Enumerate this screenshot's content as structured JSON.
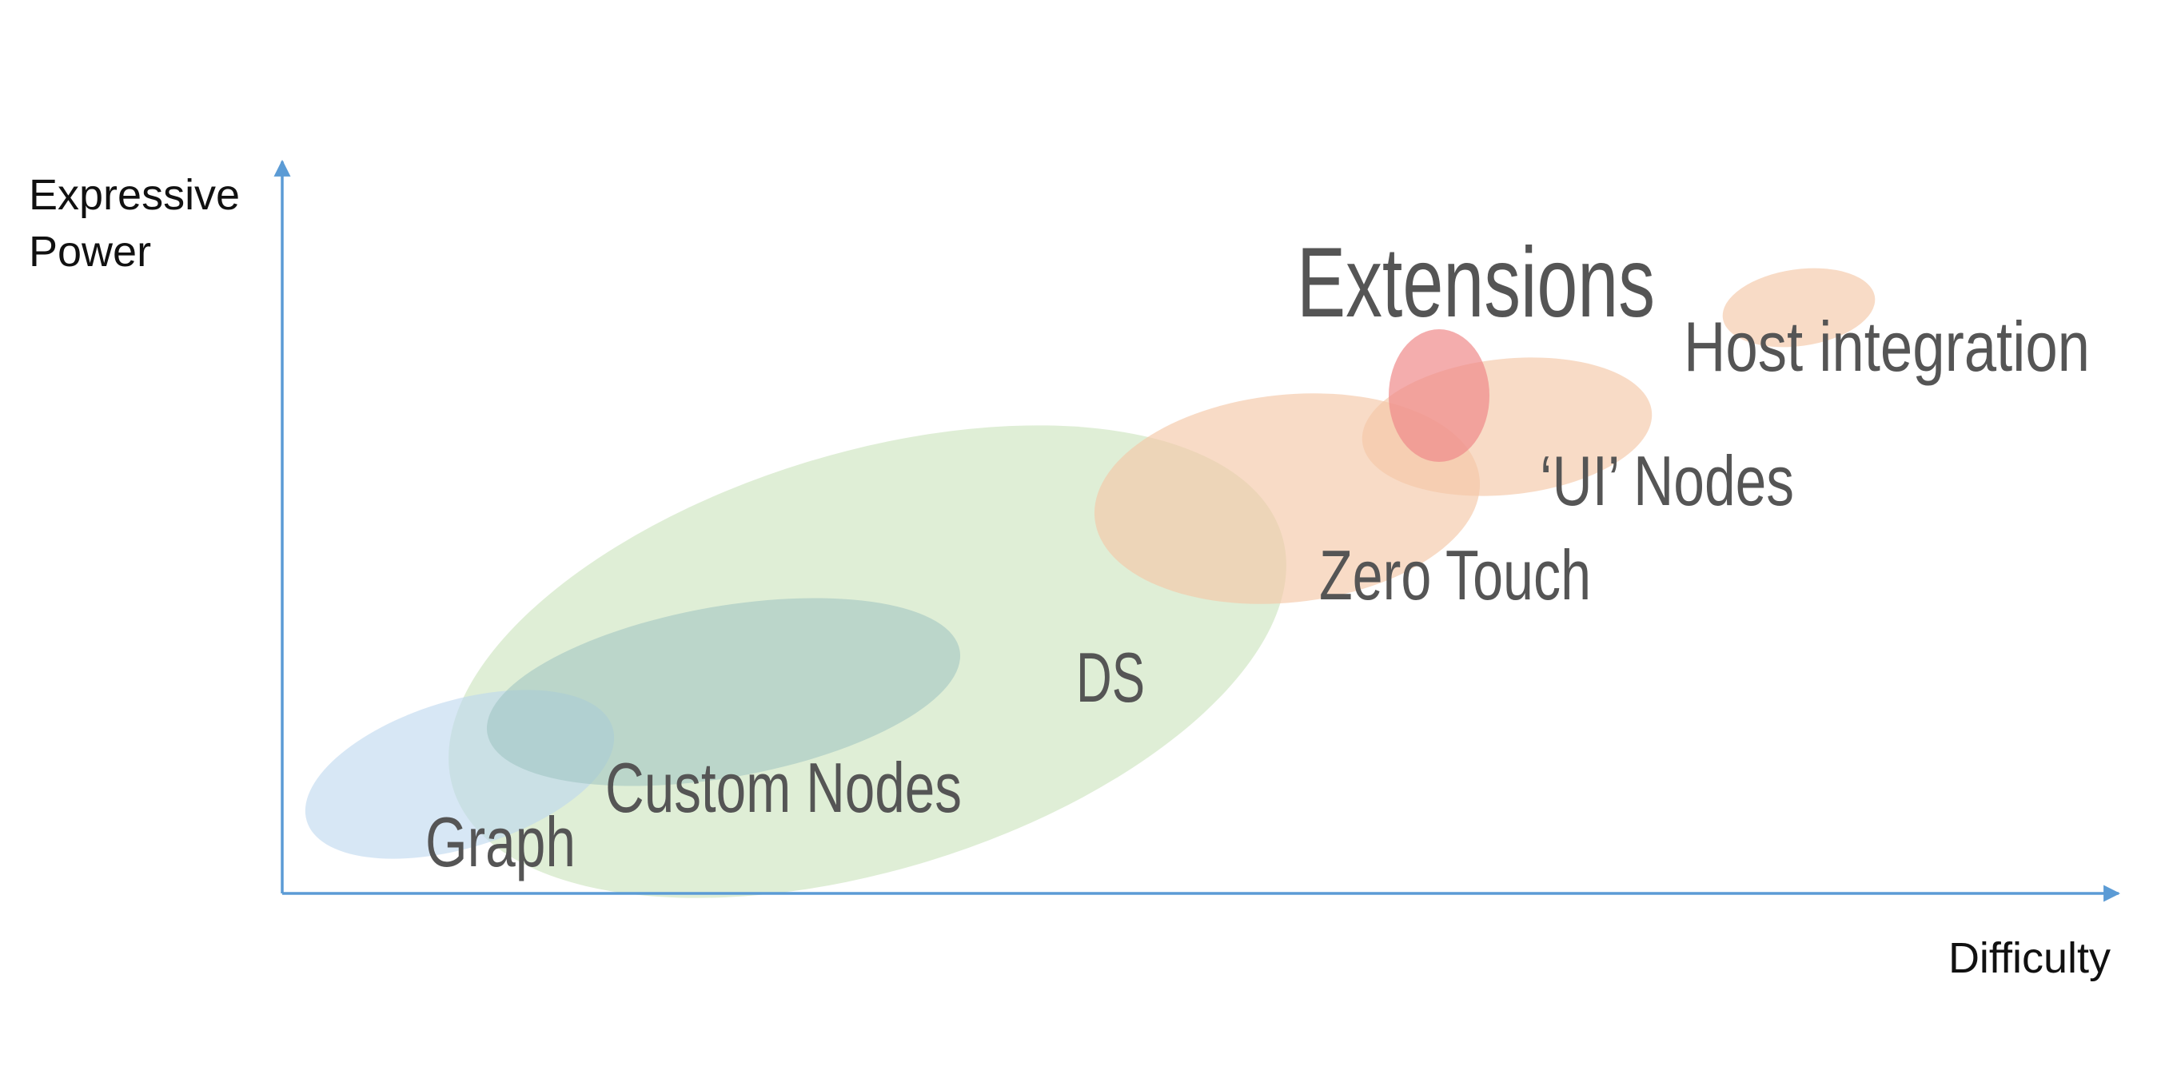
{
  "axes": {
    "y_label_line1": "Expressive",
    "y_label_line2": "Power",
    "x_label": "Difficulty",
    "axis_color": "#5b9bd5"
  },
  "regions": [
    {
      "id": "graph",
      "label": "Graph",
      "fill": "#bdd7ee",
      "opacity": 0.6,
      "label_color": "#555555"
    },
    {
      "id": "custom-nodes",
      "label": "Custom Nodes",
      "fill": "#9dc3c1",
      "opacity": 0.55,
      "label_color": "#555555"
    },
    {
      "id": "ds",
      "label": "DS",
      "fill": "#c5e0b4",
      "opacity": 0.55,
      "label_color": "#555555"
    },
    {
      "id": "zero-touch",
      "label": "Zero Touch",
      "fill": "#f4c7a8",
      "opacity": 0.65,
      "label_color": "#555555"
    },
    {
      "id": "ui-nodes",
      "label": "‘UI’ Nodes",
      "fill": "#f4c7a8",
      "opacity": 0.65,
      "label_color": "#555555"
    },
    {
      "id": "host-integration",
      "label": "Host integration",
      "fill": "#f4c7a8",
      "opacity": 0.65,
      "label_color": "#555555"
    },
    {
      "id": "extensions",
      "label": "Extensions",
      "fill": "#ef8a8a",
      "opacity": 0.7,
      "label_color": "#d9384a"
    }
  ]
}
